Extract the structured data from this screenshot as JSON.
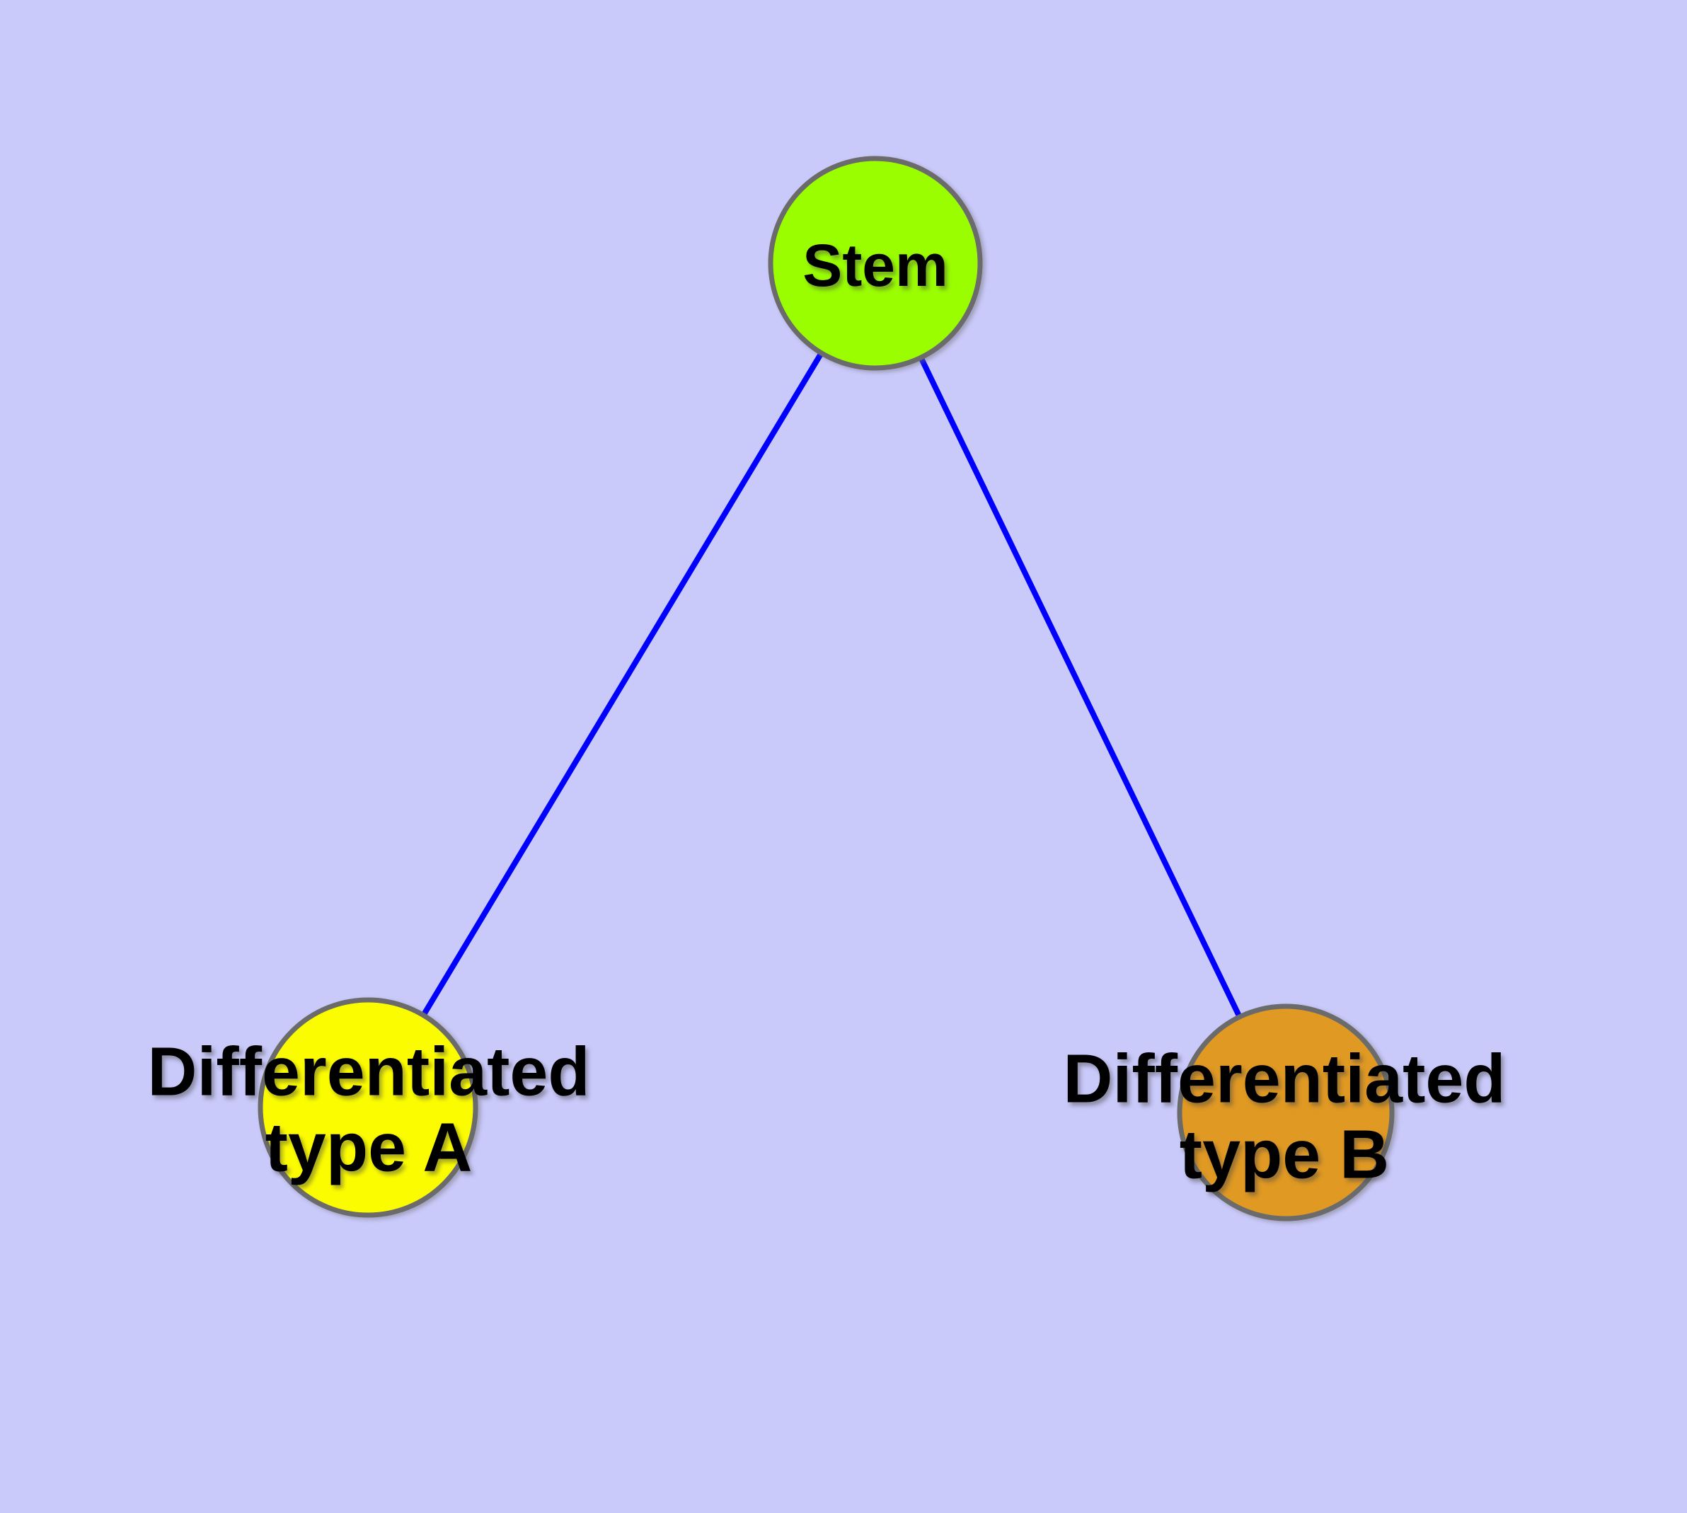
{
  "diagram": {
    "type": "node-link-graph",
    "background_color": "#c9c9fa",
    "edge_color": "#0000fe",
    "node_border_color": "#6b6b6b",
    "label_color": "#000000",
    "nodes": {
      "stem": {
        "label": "Stem",
        "fill": "#9afe00"
      },
      "type_a": {
        "label": "Differentiated\ntype A",
        "fill": "#fcfc00"
      },
      "type_b": {
        "label": "Differentiated\ntype B",
        "fill": "#e09923"
      }
    },
    "edges": [
      {
        "from": "Stem",
        "to": "Differentiated type A"
      },
      {
        "from": "Stem",
        "to": "Differentiated type B"
      }
    ]
  }
}
